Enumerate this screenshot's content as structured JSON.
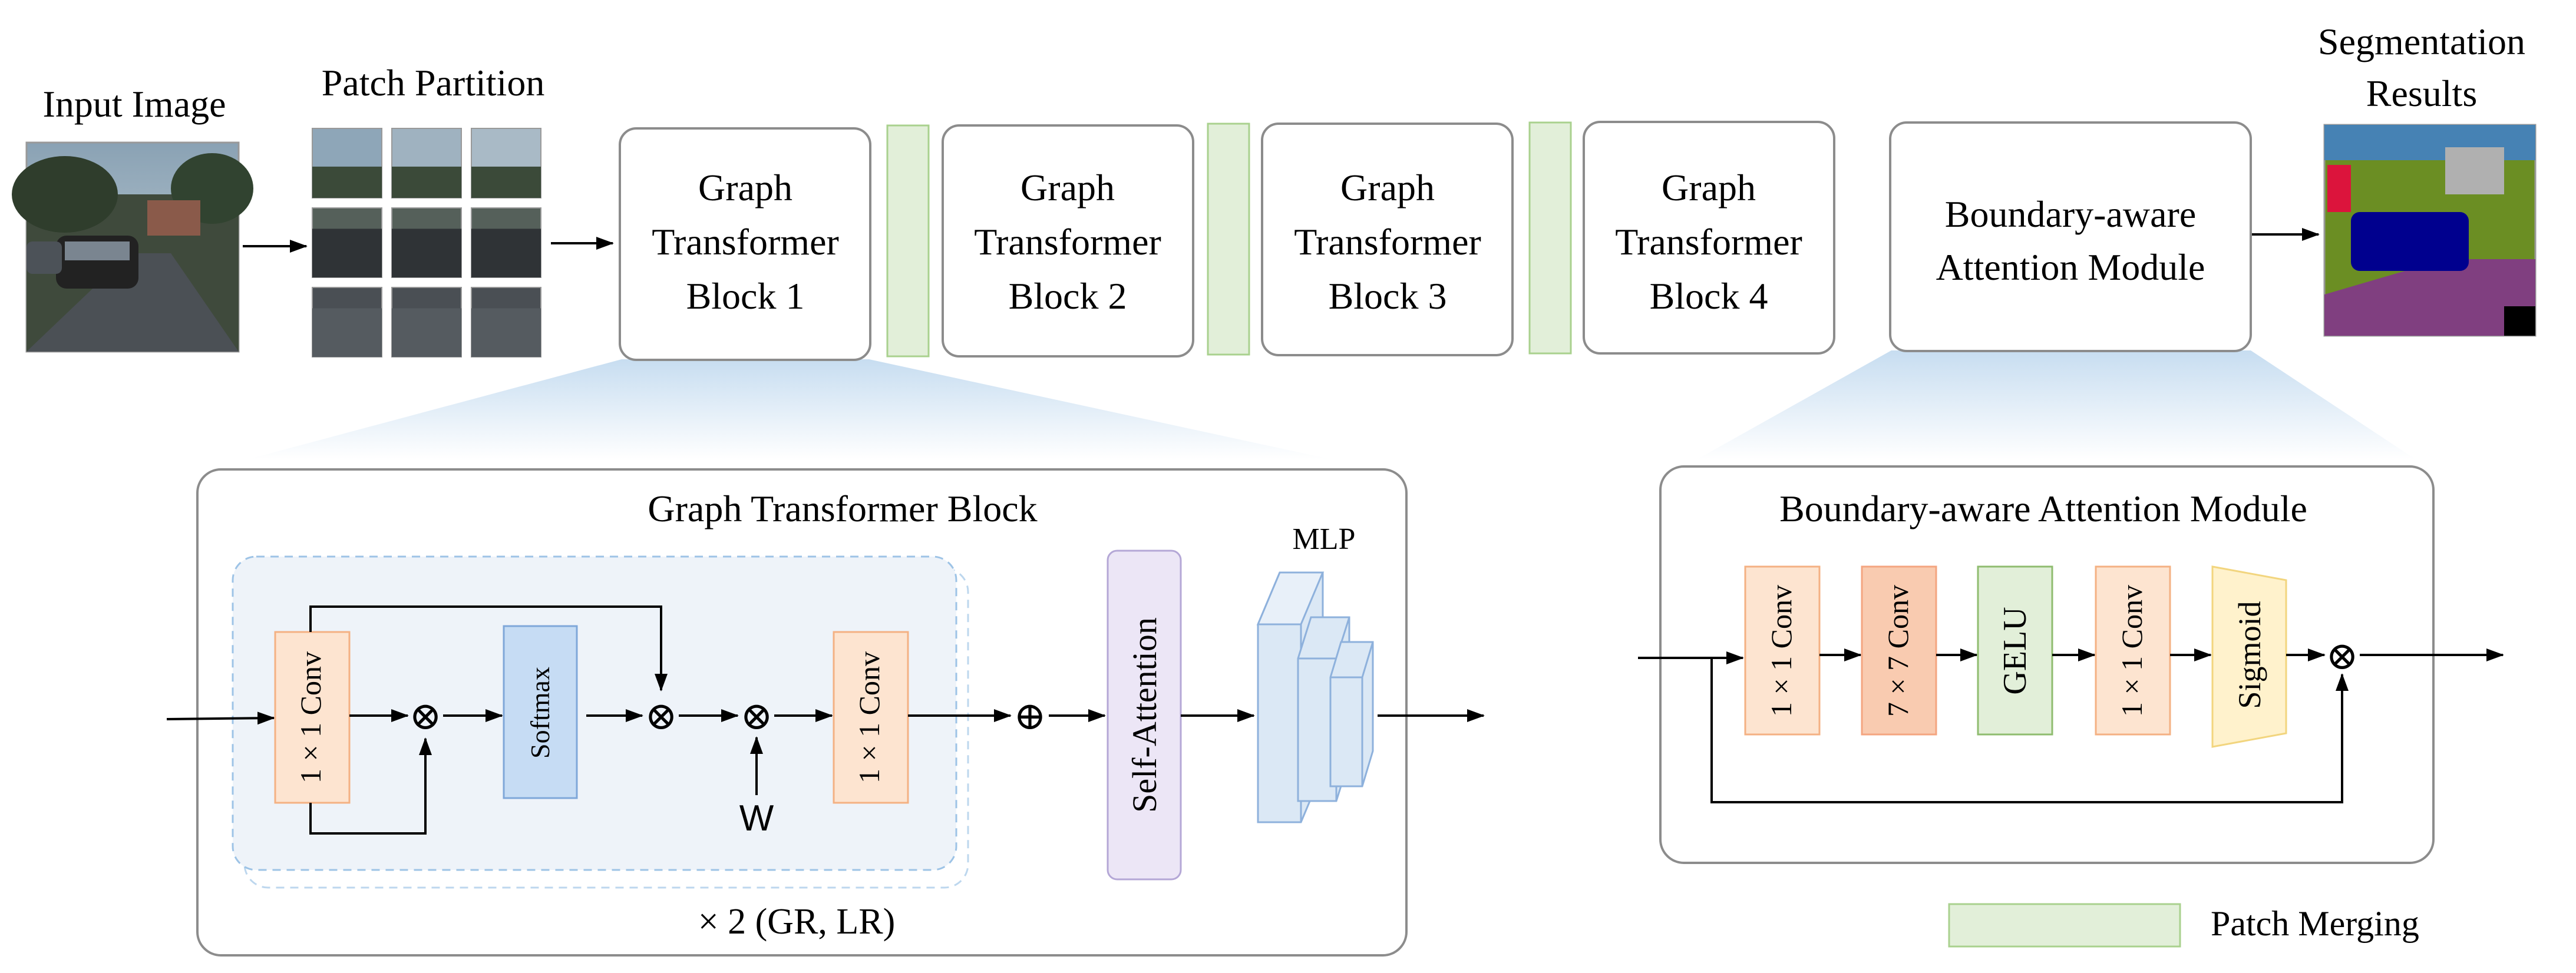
{
  "top": {
    "input_label": "Input Image",
    "patch_label": "Patch Partition",
    "blocks": [
      {
        "lines": [
          "Graph",
          "Transformer",
          "Block 1"
        ]
      },
      {
        "lines": [
          "Graph",
          "Transformer",
          "Block 2"
        ]
      },
      {
        "lines": [
          "Graph",
          "Transformer",
          "Block 3"
        ]
      },
      {
        "lines": [
          "Graph",
          "Transformer",
          "Block 4"
        ]
      }
    ],
    "bam_lines": [
      "Boundary-aware",
      "Attention Module"
    ],
    "seg_lines": [
      "Segmentation",
      "Results"
    ]
  },
  "gtb": {
    "title": "Graph Transformer Block",
    "conv1": "1 × 1 Conv",
    "softmax": "Softmax",
    "conv2": "1 × 1 Conv",
    "w_label": "W",
    "self_attention": "Self-Attention",
    "mlp": "MLP",
    "repeat": "× 2 (GR, LR)",
    "otimes": "⊗",
    "oplus": "⊕"
  },
  "bam": {
    "title": "Boundary-aware Attention Module",
    "ops": [
      "1 × 1 Conv",
      "7 × 7 Conv",
      "GELU",
      "1 × 1 Conv",
      "Sigmoid"
    ],
    "otimes": "⊗"
  },
  "legend": {
    "patch_merging": "Patch Merging"
  },
  "colors": {
    "merge_fill": "#e2efd9",
    "merge_stroke": "#a9d18e",
    "conv_fill": "#fde4d0",
    "conv_stroke": "#f4b183",
    "conv7_fill": "#f9cbb0",
    "conv7_stroke": "#f4a580",
    "softmax_fill": "#c6dcf4",
    "softmax_stroke": "#7fa7d9",
    "gelu_fill": "#e2efd9",
    "gelu_stroke": "#8fbc6f",
    "sigmoid_fill": "#fff2cc",
    "sigmoid_stroke": "#f2d57e",
    "sa_fill": "#ece6f6",
    "sa_stroke": "#b4a7d6",
    "mlp_fill": "#dbe8f5",
    "mlp_stroke": "#8eb1dc",
    "panel_stroke": "#8c8c8c",
    "dashed_fill": "#eef3f9",
    "dashed_stroke": "#9dc3e6",
    "fan": "#bdd7ee"
  }
}
